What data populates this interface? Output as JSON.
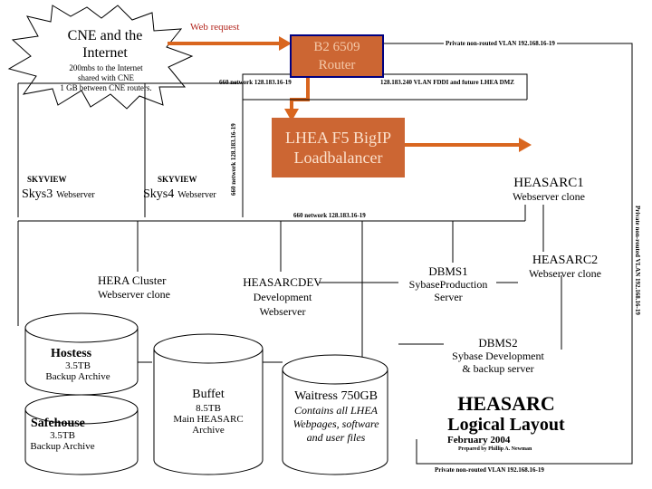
{
  "cloud": {
    "title_line1": "CNE and the",
    "title_line2": "Internet",
    "desc_line1": "200mbs to the Internet",
    "desc_line2": "shared with CNE",
    "desc_line3": "1 GB between CNE routers."
  },
  "web_request": "Web request",
  "router": {
    "line1": "B2 6509",
    "line2": "Router"
  },
  "private_vlan_top": "Private non-routed VLAN 192.168.16-19",
  "net_660_a": "660 network 128.183.16-19",
  "vlan_240": "128.183.240 VLAN FDDI and future LHEA DMZ",
  "net_660_vertical": "660 network 128.183.16-19",
  "balancer": {
    "line1": "LHEA F5 BigIP",
    "line2": "Loadbalancer"
  },
  "skys3": {
    "label": "SKYVIEW",
    "name": "Skys3",
    "role": "Webserver"
  },
  "skys4": {
    "label": "SKYVIEW",
    "name": "Skys4",
    "role": "Webserver"
  },
  "heasarc1": {
    "name": "HEASARC1",
    "role": "Webserver clone"
  },
  "net_660_b": "660 network 128.183.16-19",
  "private_vlan_right": "Private non-routed VLAN 192.168.16-19",
  "hera": {
    "name": "HERA Cluster",
    "role": "Webserver clone"
  },
  "heasarcdev": {
    "name": "HEASARCDEV",
    "role1": "Development",
    "role2": "Webserver"
  },
  "dbms1": {
    "name": "DBMS1",
    "role1": "SybaseProduction",
    "role2": "Server"
  },
  "heasarc2": {
    "name": "HEASARC2",
    "role": "Webserver clone"
  },
  "dbms2": {
    "name": "DBMS2",
    "role1": "Sybase Development",
    "role2": "& backup server"
  },
  "hostess": {
    "name": "Hostess",
    "size": "3.5TB",
    "role": "Backup Archive"
  },
  "safehouse": {
    "name": "Safehouse",
    "size": "3.5TB",
    "role": "Backup Archive"
  },
  "buffet": {
    "name": "Buffet",
    "size": "8.5TB",
    "role1": "Main HEASARC",
    "role2": "Archive"
  },
  "waitress": {
    "name": "Waitress",
    "size": "750GB",
    "desc1": "Contains all LHEA",
    "desc2": "Webpages, software",
    "desc3": "and user files"
  },
  "layout_title": {
    "line1": "HEASARC",
    "line2": "Logical Layout",
    "date": "February 2004",
    "author": "Prepared by Phillip A. Newman"
  },
  "private_vlan_bottom": "Private non-routed VLAN 192.168.16-19",
  "colors": {
    "router_fill": "#cc6633",
    "router_border": "#000080",
    "arrow": "#d9661f"
  }
}
